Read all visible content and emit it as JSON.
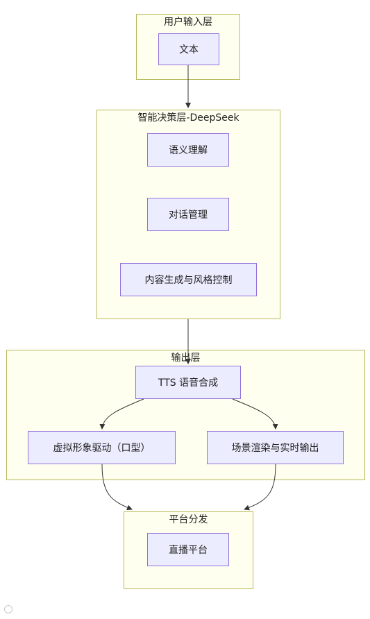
{
  "layers": {
    "input": {
      "title": "用户输入层",
      "nodes": {
        "text": "文本"
      }
    },
    "decision": {
      "title": "智能决策层-DeepSeek",
      "nodes": {
        "semantic": "语义理解",
        "dialog": "对话管理",
        "content": "内容生成与风格控制"
      }
    },
    "output": {
      "title": "输出层",
      "nodes": {
        "tts": "TTS 语音合成",
        "avatar": "虚拟形象驱动（口型）",
        "scene": "场景渲染与实时输出"
      }
    },
    "distribution": {
      "title": "平台分发",
      "nodes": {
        "live": "直播平台"
      }
    }
  },
  "colors": {
    "cluster_fill": "#fffff0",
    "cluster_border": "#b8b85a",
    "node_fill": "#ececff",
    "node_border": "#9370db",
    "edge": "#333333"
  }
}
